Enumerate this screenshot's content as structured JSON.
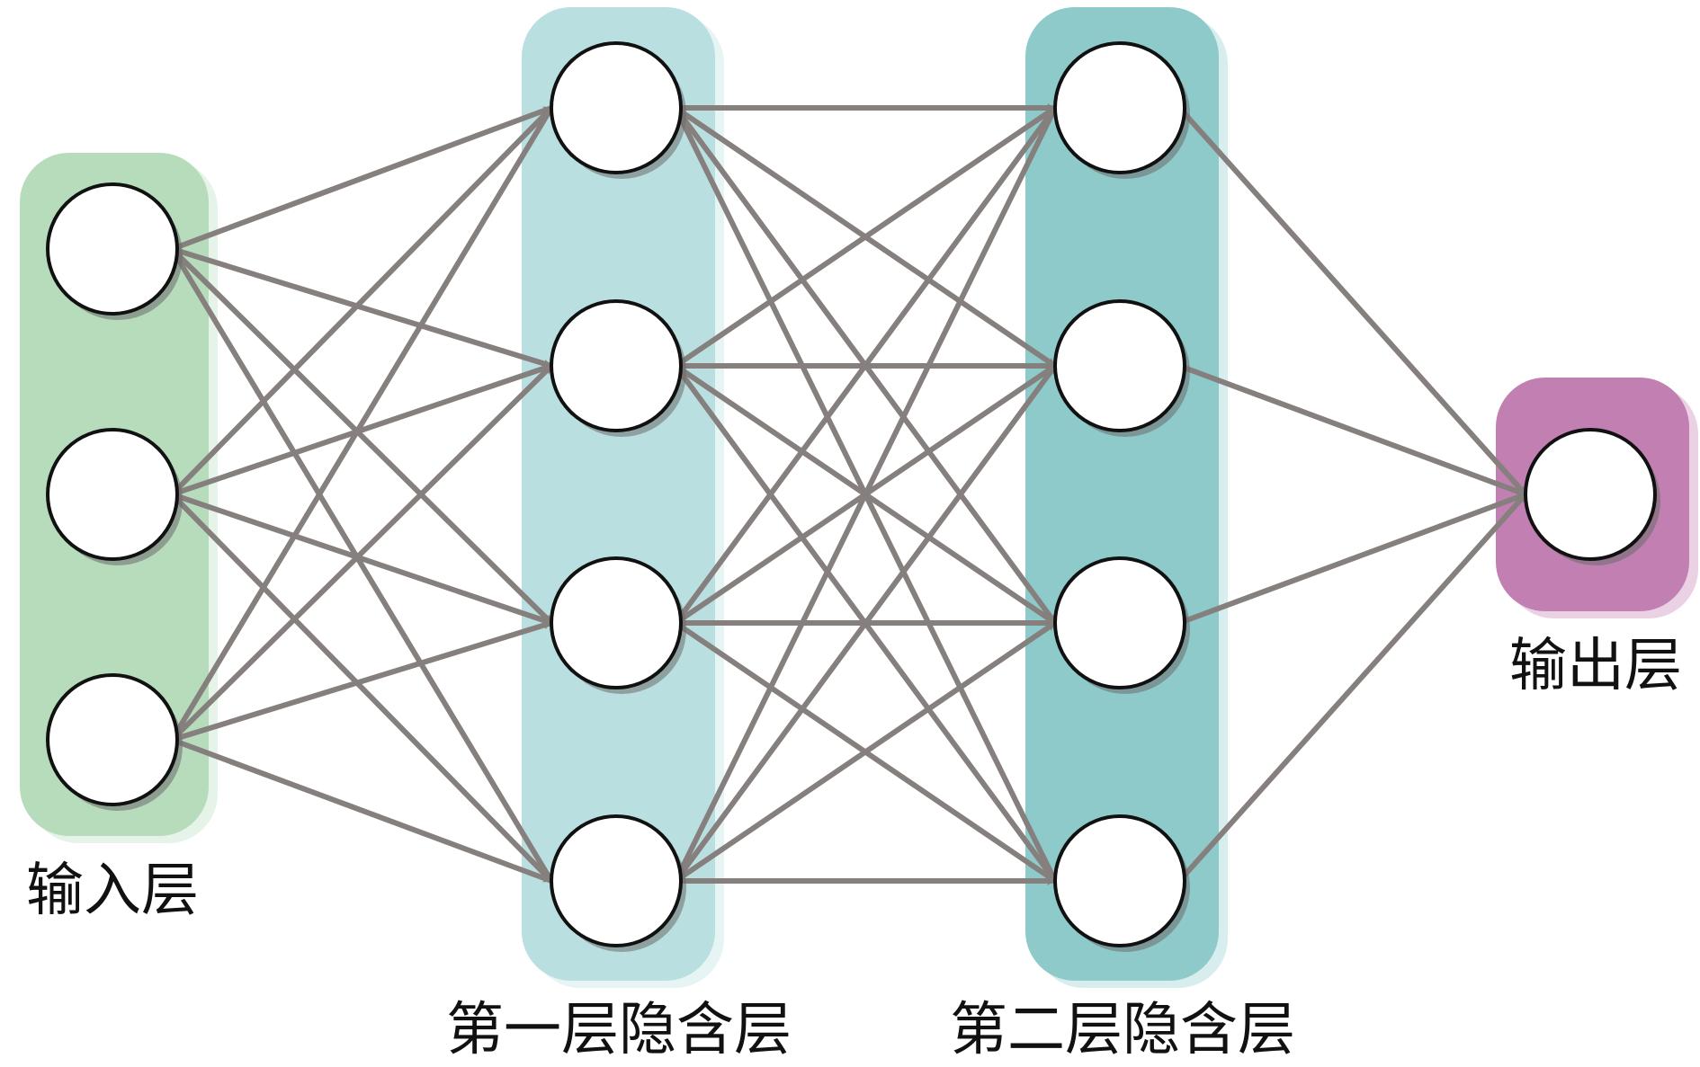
{
  "diagram": {
    "title": "",
    "edge_color": "#857f7d",
    "layers": [
      {
        "id": "input",
        "label": "输入层",
        "nodes": 3,
        "color": "#b6dcbc"
      },
      {
        "id": "hidden1",
        "label": "第一层隐含层",
        "nodes": 4,
        "color": "#b9dfe0"
      },
      {
        "id": "hidden2",
        "label": "第二层隐含层",
        "nodes": 4,
        "color": "#8ecaca"
      },
      {
        "id": "output",
        "label": "输出层",
        "nodes": 1,
        "color": "#c27fb2"
      }
    ],
    "connectivity": "fully-connected"
  }
}
